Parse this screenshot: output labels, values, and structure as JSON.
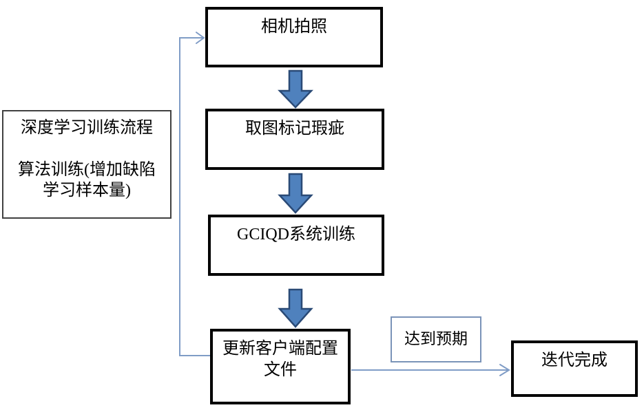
{
  "nodes": {
    "left_panel": {
      "line1": "深度学习训练流程",
      "line2": "算法训练(增加缺陷",
      "line3": "学习样本量)"
    },
    "step1": {
      "label": "相机拍照"
    },
    "step2": {
      "label": "取图标记瑕疵"
    },
    "step3": {
      "label": "GCIQD系统训练"
    },
    "step4": {
      "line1": "更新客户端配置",
      "line2": "文件"
    },
    "condition": {
      "label": "达到预期"
    },
    "end": {
      "label": "迭代完成"
    }
  },
  "connectors": {
    "feedback_loop": "更新客户端配置文件 → 相机拍照",
    "branch": "更新客户端配置文件 → 迭代完成"
  },
  "colors": {
    "background": "#ffffff",
    "text": "#000000",
    "box_border": "#000000",
    "panel_border": "#404040",
    "connector": "#7f9cc6",
    "condition_border": "#7a93b8",
    "block_arrow_fill": "#4f81bd",
    "block_arrow_stroke": "#2a4a76"
  }
}
